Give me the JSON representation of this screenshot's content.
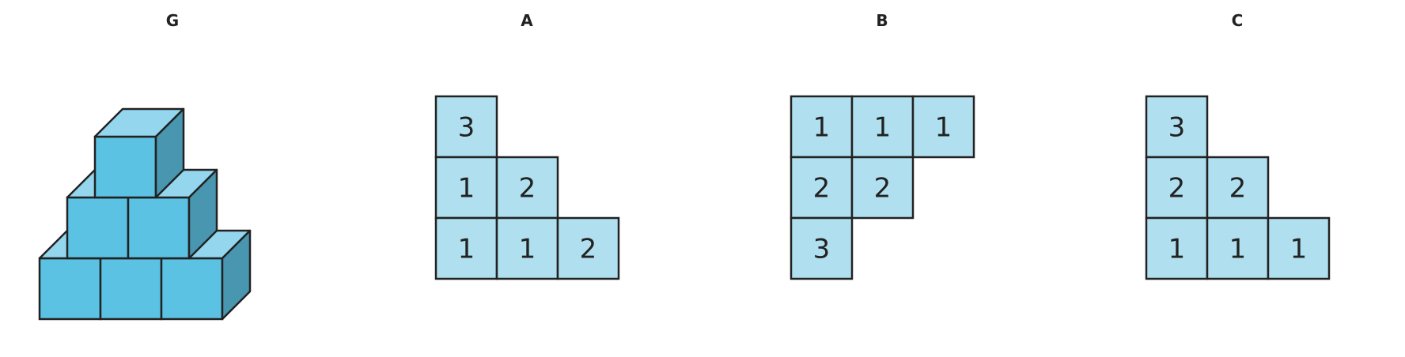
{
  "colors": {
    "cube_front": "#5bc2e3",
    "cube_top": "#93d6ee",
    "cube_side": "#4896b0",
    "grid_cell": "#b0e0ef",
    "stroke": "#222222"
  },
  "figure": {
    "label": "G",
    "layers": [
      {
        "level": 1,
        "cubes": 3
      },
      {
        "level": 2,
        "cubes": 2
      },
      {
        "level": 3,
        "cubes": 1
      }
    ]
  },
  "options": [
    {
      "label": "A",
      "rows": [
        [
          "3"
        ],
        [
          "1",
          "2"
        ],
        [
          "1",
          "1",
          "2"
        ]
      ]
    },
    {
      "label": "B",
      "rows": [
        [
          "1",
          "1",
          "1"
        ],
        [
          "2",
          "2"
        ],
        [
          "3"
        ]
      ]
    },
    {
      "label": "C",
      "rows": [
        [
          "3"
        ],
        [
          "2",
          "2"
        ],
        [
          "1",
          "1",
          "1"
        ]
      ]
    }
  ]
}
